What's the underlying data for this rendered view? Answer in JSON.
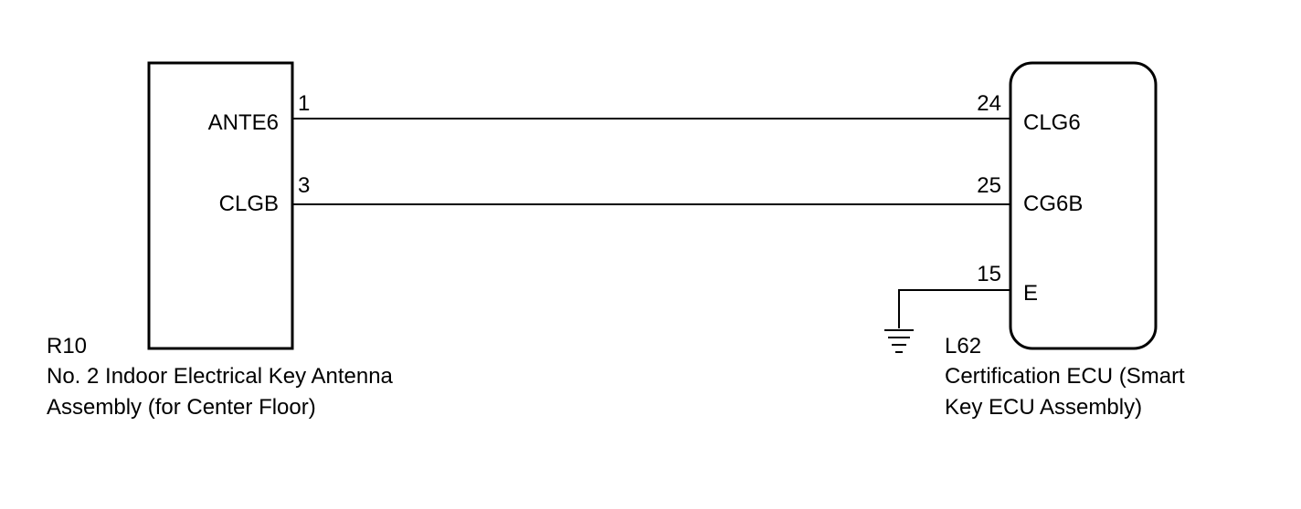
{
  "left_component": {
    "code": "R10",
    "name_line1": "No. 2 Indoor Electrical Key Antenna",
    "name_line2": "Assembly (for Center Floor)",
    "pins": [
      {
        "label": "ANTE6",
        "number": "1"
      },
      {
        "label": "CLGB",
        "number": "3"
      }
    ]
  },
  "right_component": {
    "code": "L62",
    "name_line1": "Certification ECU (Smart",
    "name_line2": "Key ECU Assembly)",
    "pins": [
      {
        "label": "CLG6",
        "number": "24"
      },
      {
        "label": "CG6B",
        "number": "25"
      },
      {
        "label": "E",
        "number": "15"
      }
    ]
  },
  "connections": [
    {
      "from": "ANTE6",
      "to": "CLG6"
    },
    {
      "from": "CLGB",
      "to": "CG6B"
    },
    {
      "from": "E",
      "to": "ground"
    }
  ],
  "ground_symbol_icon": "ground-icon"
}
